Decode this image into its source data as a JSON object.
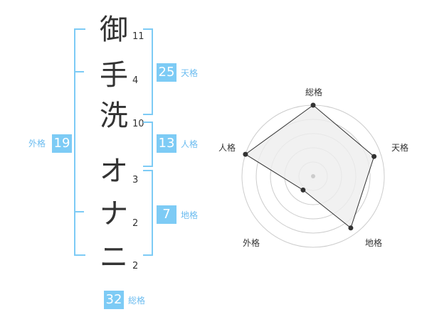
{
  "name": {
    "chars": [
      {
        "char": "御",
        "strokes": "11"
      },
      {
        "char": "手",
        "strokes": "4"
      },
      {
        "char": "洗",
        "strokes": "10"
      },
      {
        "char": "オ",
        "strokes": "3"
      },
      {
        "char": "ナ",
        "strokes": "2"
      },
      {
        "char": "ニ",
        "strokes": "2"
      }
    ]
  },
  "kaku": {
    "tenkaku": {
      "value": "25",
      "label": "天格"
    },
    "jinkaku": {
      "value": "13",
      "label": "人格"
    },
    "chikaku": {
      "value": "7",
      "label": "地格"
    },
    "gaikaku": {
      "value": "19",
      "label": "外格"
    },
    "soukaku": {
      "value": "32",
      "label": "総格"
    }
  },
  "colors": {
    "accent": "#7dcbf5",
    "label": "#6bbcf0",
    "text": "#333333",
    "radar_fill": "#eeeeee",
    "radar_grid": "#cccccc"
  },
  "chart_data": {
    "type": "radar",
    "axes": [
      "総格",
      "天格",
      "地格",
      "外格",
      "人格"
    ],
    "values": [
      5,
      4.5,
      4.5,
      1.2,
      5
    ],
    "max": 5,
    "rings": 5
  }
}
